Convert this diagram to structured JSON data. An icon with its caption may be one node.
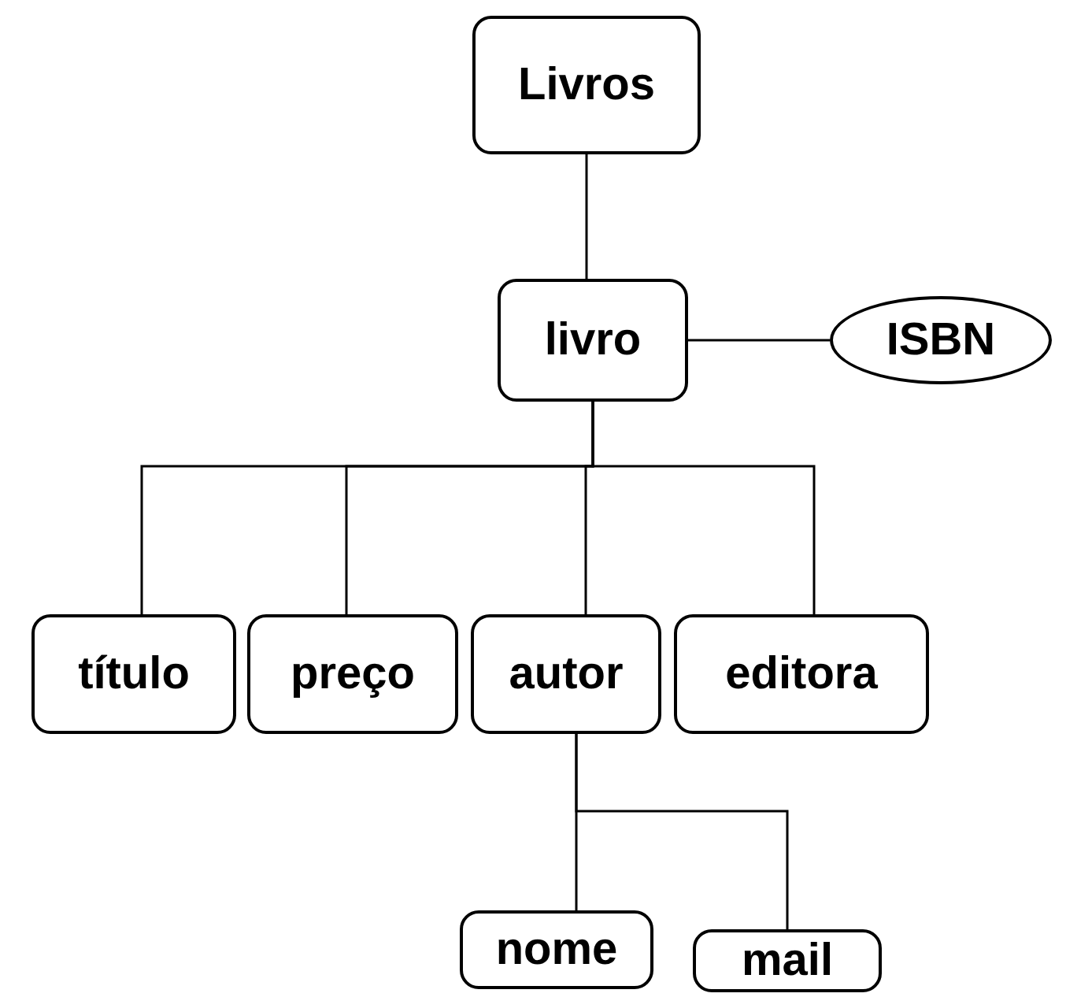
{
  "diagram": {
    "nodes": [
      {
        "text": [
          "Livros"
        ]
      },
      {
        "text": [
          "livro"
        ]
      },
      {
        "text": [
          "ISBN"
        ]
      },
      {
        "text": [
          "título"
        ]
      },
      {
        "text": [
          "preço"
        ]
      },
      {
        "text": [
          "autor"
        ]
      },
      {
        "text": [
          "editora"
        ]
      },
      {
        "text": [
          "nome"
        ]
      },
      {
        "text": [
          "mail"
        ]
      }
    ],
    "edges": [
      {
        "from": 0,
        "to": 1,
        "arrow": "none"
      },
      {
        "from": 1,
        "to": 2,
        "arrow": "none"
      },
      {
        "from": 1,
        "to": 3,
        "arrow": "none"
      },
      {
        "from": 1,
        "to": 4,
        "arrow": "none"
      },
      {
        "from": 1,
        "to": 5,
        "arrow": "none"
      },
      {
        "from": 1,
        "to": 6,
        "arrow": "none"
      },
      {
        "from": 5,
        "to": 7,
        "arrow": "none"
      },
      {
        "from": 5,
        "to": 8,
        "arrow": "none"
      }
    ]
  }
}
